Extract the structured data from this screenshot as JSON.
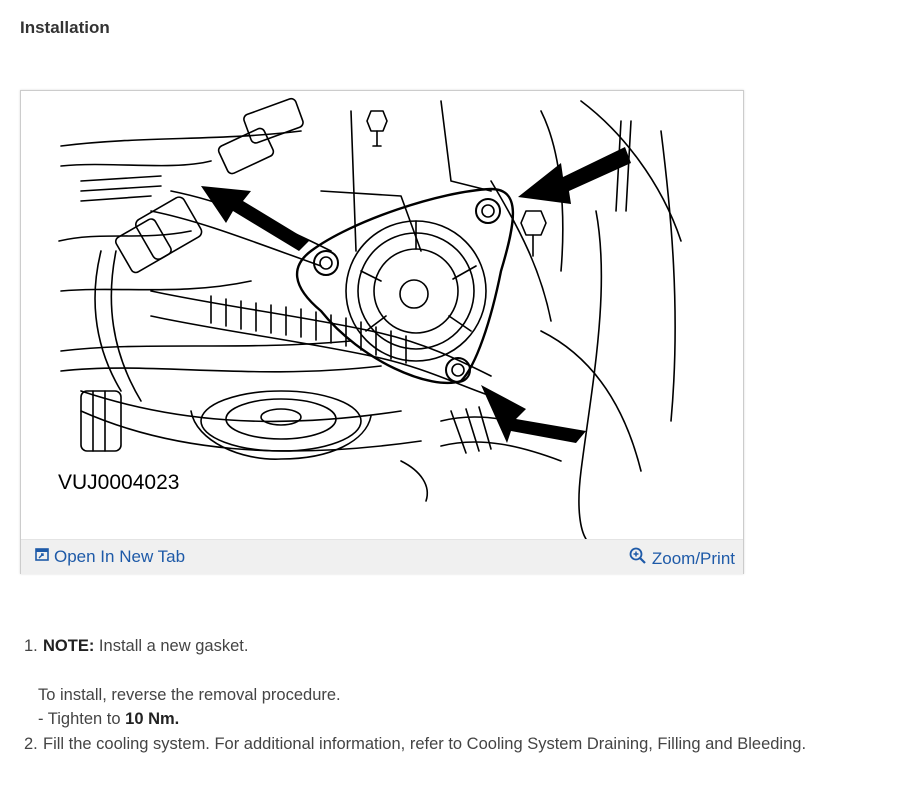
{
  "section": {
    "title": "Installation"
  },
  "figure": {
    "caption_code": "VUJ0004023",
    "open_label": "Open In New Tab",
    "zoom_label": "Zoom/Print",
    "icons": {
      "open": "open-in-new-tab-icon",
      "zoom": "zoom-in-icon"
    },
    "link_color": "#1e5aa8"
  },
  "steps": [
    {
      "number": "1.",
      "note_label": "NOTE:",
      "note_text": " Install a new gasket.",
      "text": "To install, reverse the removal procedure.",
      "sub_prefix": "-  Tighten to ",
      "sub_value": "10 Nm."
    },
    {
      "number": "2.",
      "text": "Fill the cooling system. For additional information, refer to Cooling System Draining, Filling and Bleeding."
    }
  ]
}
